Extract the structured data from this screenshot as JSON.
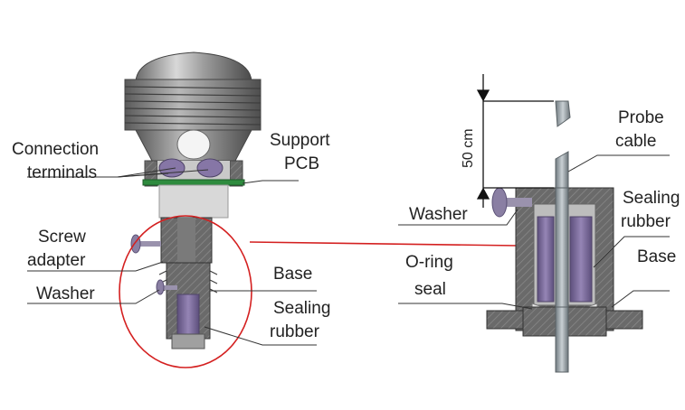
{
  "left_assembly": {
    "labels": {
      "connection_terminals": [
        "Connection",
        "terminals"
      ],
      "support_pcb": [
        "Support",
        "PCB"
      ],
      "screw_adapter": [
        "Screw",
        "adapter"
      ],
      "washer": "Washer",
      "base": "Base",
      "sealing_rubber": [
        "Sealing",
        "rubber"
      ]
    }
  },
  "right_assembly": {
    "labels": {
      "probe_cable": [
        "Probe",
        "cable"
      ],
      "washer": "Washer",
      "sealing_rubber": [
        "Sealing",
        "rubber"
      ],
      "base": "Base",
      "o_ring_seal": [
        "O-ring",
        "seal"
      ]
    },
    "dimension": "50 cm"
  },
  "colors": {
    "metal_dark": "#555555",
    "metal_light": "#a8a8a8",
    "rubber": "#7b6a9a",
    "pcb": "#2e8b3e",
    "callout": "#d42020"
  }
}
